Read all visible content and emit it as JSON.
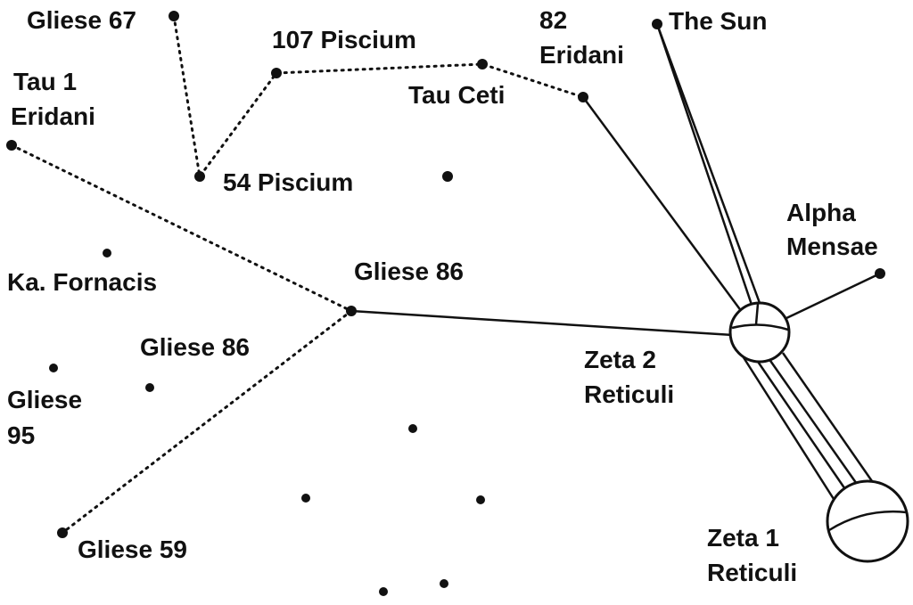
{
  "stars": {
    "gliese67": "Gliese 67",
    "piscium107": "107 Piscium",
    "tau_ceti": "Tau Ceti",
    "eridani82_a": "82",
    "eridani82_b": "Eridani",
    "the_sun": "The Sun",
    "tau1_a": "Tau 1",
    "tau1_b": "Eridani",
    "piscium54": "54 Piscium",
    "alpha_a": "Alpha",
    "alpha_b": "Mensae",
    "ka_fornacis": "Ka. Fornacis",
    "gliese86_hub": "Gliese 86",
    "gliese86_second": "Gliese 86",
    "gliese95_a": "Gliese",
    "gliese95_b": "95",
    "zeta2_a": "Zeta 2",
    "zeta2_b": "Reticuli",
    "zeta1_a": "Zeta 1",
    "zeta1_b": "Reticuli",
    "gliese59": "Gliese 59"
  }
}
